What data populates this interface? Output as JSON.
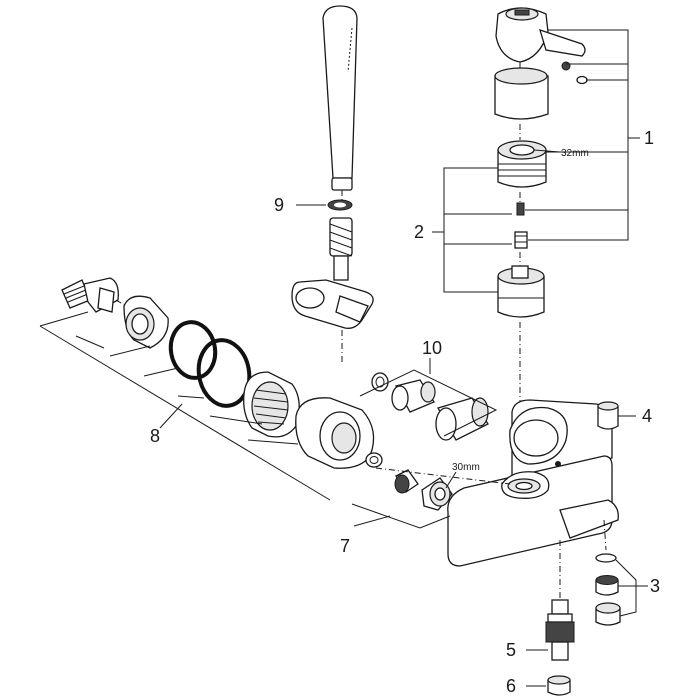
{
  "callouts": {
    "c1": "1",
    "c2": "2",
    "c3": "3",
    "c4": "4",
    "c5": "5",
    "c6": "6",
    "c7": "7",
    "c8": "8",
    "c9": "9",
    "c10": "10"
  },
  "dimensions": {
    "cartridge_nut": "32mm",
    "union_nut": "30mm"
  }
}
